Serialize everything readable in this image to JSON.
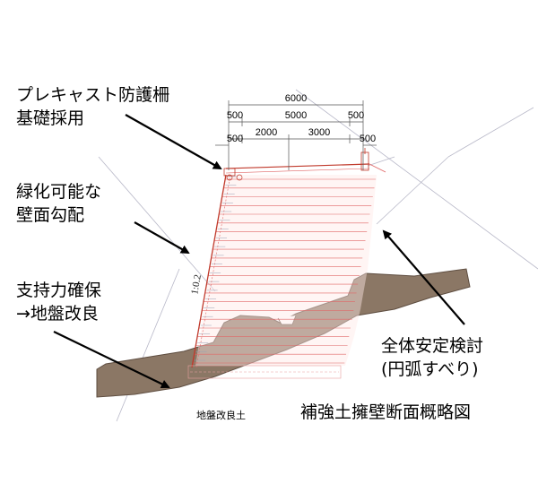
{
  "labels": {
    "fence": [
      "プレキャスト防護柵",
      "基礎採用"
    ],
    "greening": [
      "緑化可能な",
      "壁面勾配"
    ],
    "support": [
      "支持力確保",
      "→地盤改良"
    ],
    "stability": [
      "全体安定検討",
      "(円弧すべり)"
    ],
    "title": "補強土擁壁断面概略図",
    "ground_improvement": "地盤改良土",
    "slope_ratio": "1:0.2"
  },
  "dimensions": {
    "total": "6000",
    "left_500_top": "500",
    "middle_5000": "5000",
    "right_500_top": "500",
    "left_500_bottom": "500",
    "span_2000": "2000",
    "span_3000": "3000",
    "right_500_bottom": "500"
  },
  "colors": {
    "ground": "#8b7765",
    "ground_stroke": "#5e4d40",
    "reinforcement": "#e06666",
    "wall_face": "#c0392b",
    "construction_line": "#b8b8c8",
    "arrow": "#000000",
    "dim_line": "#555555"
  }
}
